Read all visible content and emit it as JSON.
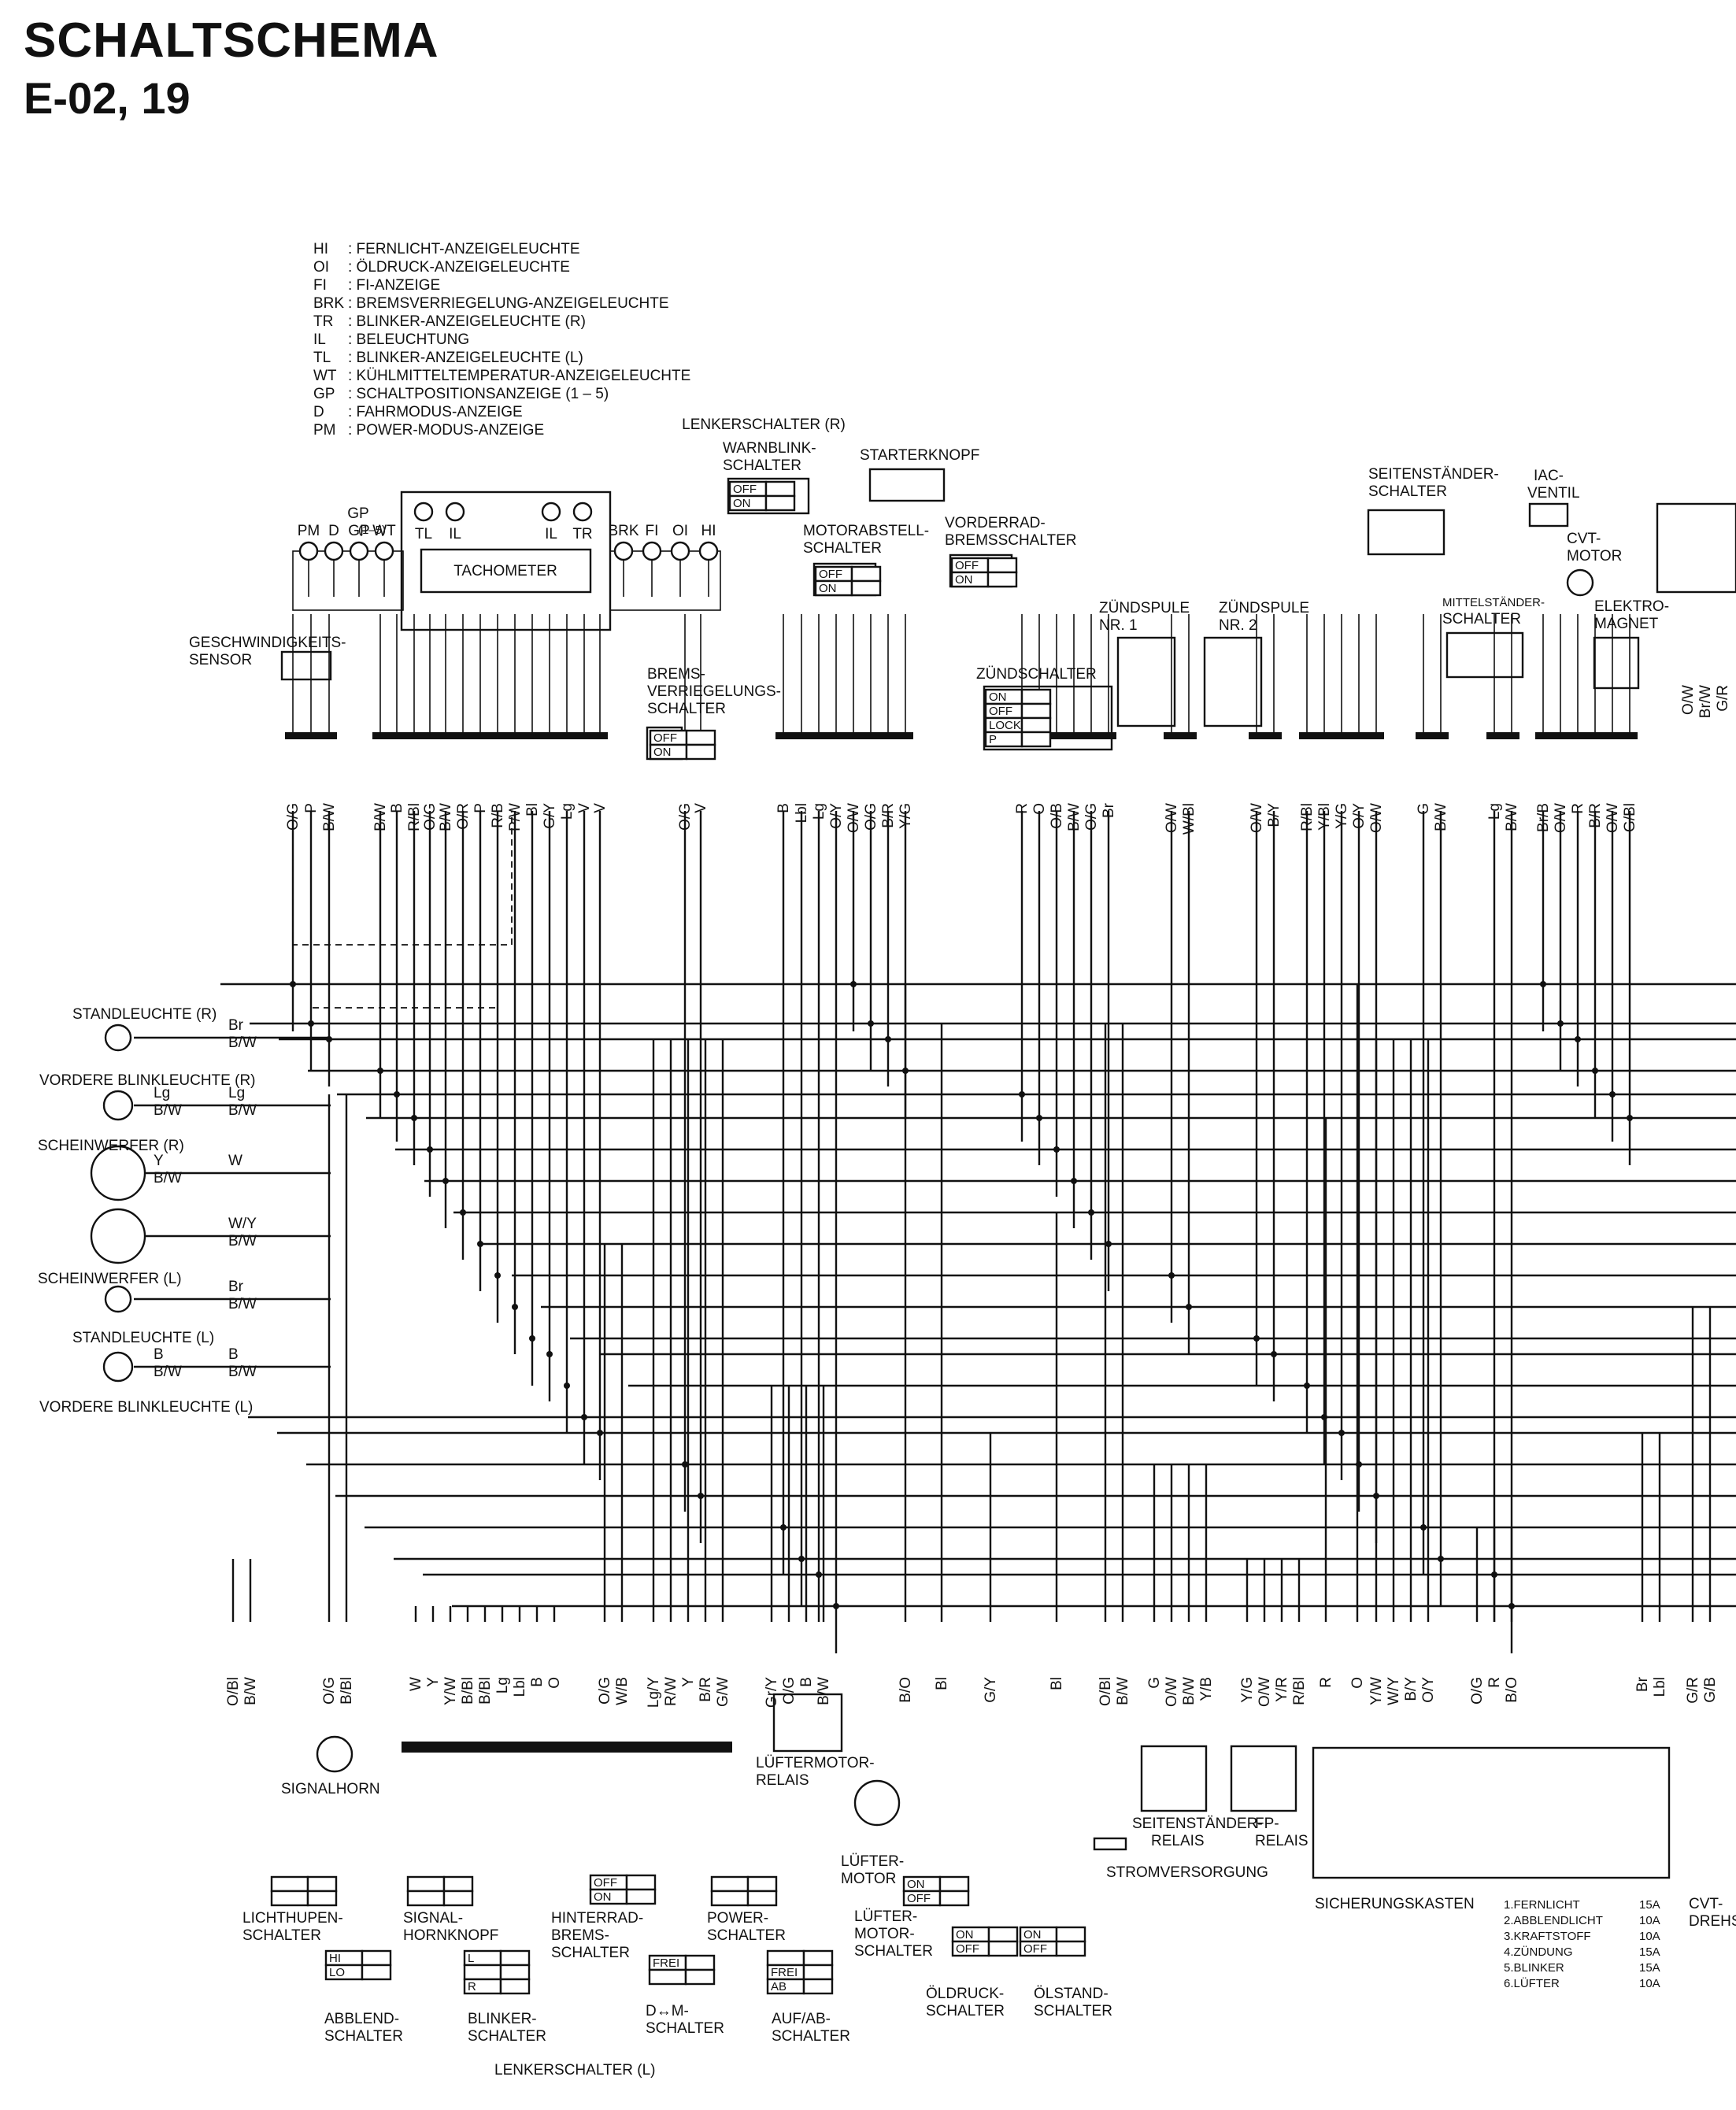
{
  "title": "SCHALTSCHEMA",
  "subtitle": "E-02, 19",
  "legend": [
    {
      "code": "HI",
      "text": ": FERNLICHT-ANZEIGELEUCHTE"
    },
    {
      "code": "OI",
      "text": ": ÖLDRUCK-ANZEIGELEUCHTE"
    },
    {
      "code": "FI",
      "text": ": FI-ANZEIGE"
    },
    {
      "code": "BRK",
      "text": ": BREMSVERRIEGELUNG-ANZEIGELEUCHTE"
    },
    {
      "code": "TR",
      "text": ": BLINKER-ANZEIGELEUCHTE (R)"
    },
    {
      "code": "IL",
      "text": ": BELEUCHTUNG"
    },
    {
      "code": "TL",
      "text": ": BLINKER-ANZEIGELEUCHTE (L)"
    },
    {
      "code": "WT",
      "text": ": KÜHLMITTELTEMPERATUR-ANZEIGELEUCHTE"
    },
    {
      "code": "GP",
      "text": ": SCHALTPOSITIONSANZEIGE (1 – 5)"
    },
    {
      "code": "D",
      "text": ": FAHRMODUS-ANZEIGE"
    },
    {
      "code": "PM",
      "text": ": POWER-MODUS-ANZEIGE"
    }
  ],
  "components": {
    "tachometer": "TACHOMETER",
    "lenker_r": "LENKERSCHALTER (R)",
    "warnblink": "WARNBLINK-",
    "warnblink2": "SCHALTER",
    "starterknopf": "STARTERKNOPF",
    "motorabstell": "MOTORABSTELL-",
    "motorabstell2": "SCHALTER",
    "vorderrad": "VORDERRAD-",
    "vorderrad2": "BREMSSCHALTER",
    "geschw": "GESCHWINDIGKEITS-",
    "geschw2": "SENSOR",
    "bremsverr": "BREMS-",
    "bremsverr2": "VERRIEGELUNGS-",
    "bremsverr3": "SCHALTER",
    "zuendschalter": "ZÜNDSCHALTER",
    "zuendspule1": "ZÜNDSPULE",
    "zuendspule1b": "NR. 1",
    "zuendspule2": "ZÜNDSPULE",
    "zuendspule2b": "NR. 2",
    "seitenst": "SEITENSTÄNDER-",
    "seitenst2": "SCHALTER",
    "iac": "IAC-",
    "iac2": "VENTIL",
    "cvt": "CVT-",
    "cvt2": "MOTOR",
    "mittelst": "MITTELSTÄNDER-",
    "mittelst2": "SCHALTER",
    "elektro": "ELEKTRO-",
    "elektro2": "MAGNET",
    "standl_r": "STANDLEUCHTE (R)",
    "blink_vr": "VORDERE BLINKLEUCHTE (R)",
    "schein_r": "SCHEINWERFER (R)",
    "schein_l": "SCHEINWERFER (L)",
    "standl_l": "STANDLEUCHTE (L)",
    "blink_vl": "VORDERE BLINKLEUCHTE (L)",
    "signalhorn": "SIGNALHORN",
    "lichthupe": "LICHTHUPEN-",
    "lichthupe2": "SCHALTER",
    "signalhk": "SIGNAL-",
    "signalhk2": "HORNKNOPF",
    "hinterrad": "HINTERRAD-",
    "hinterrad2": "BREMS-",
    "hinterrad3": "SCHALTER",
    "power": "POWER-",
    "power2": "SCHALTER",
    "abblend": "ABBLEND-",
    "abblend2": "SCHALTER",
    "blinker": "BLINKER-",
    "blinker2": "SCHALTER",
    "dm": "D↔M-",
    "dm2": "SCHALTER",
    "aufab": "AUF/AB-",
    "aufab2": "SCHALTER",
    "lenker_l": "LENKERSCHALTER (L)",
    "luefterrelais": "LÜFTERMOTOR-",
    "luefterrelais2": "RELAIS",
    "lueftermotor": "LÜFTER-",
    "lueftermotor2": "MOTOR",
    "lueftersch": "LÜFTER-",
    "lueftersch2": "MOTOR-",
    "lueftersch3": "SCHALTER",
    "oeldruck": "ÖLDRUCK-",
    "oeldruck2": "SCHALTER",
    "oelstand": "ÖLSTAND-",
    "oelstand2": "SCHALTER",
    "strom": "STROMVERSORGUNG",
    "seitenrelais": "SEITENSTÄNDER-",
    "seitenrelais2": "RELAIS",
    "fprelais": "FP-",
    "fprelais2": "RELAIS",
    "sicherung": "SICHERUNGSKASTEN",
    "cvtdreh": "CVT-",
    "cvtdreh2": "DREHS"
  },
  "fuses": [
    {
      "name": "1.FERNLICHT",
      "amp": "15A"
    },
    {
      "name": "2.ABBLENDLICHT",
      "amp": "10A"
    },
    {
      "name": "3.KRAFTSTOFF",
      "amp": "10A"
    },
    {
      "name": "4.ZÜNDUNG",
      "amp": "15A"
    },
    {
      "name": "5.BLINKER",
      "amp": "15A"
    },
    {
      "name": "6.LÜFTER",
      "amp": "10A"
    }
  ],
  "gauges_left": [
    "PM",
    "D",
    "GP",
    "WT"
  ],
  "gp_range": "(1–5)",
  "gauges_top": [
    "TL",
    "IL",
    "IL",
    "TR"
  ],
  "gauges_right": [
    "BRK",
    "FI",
    "OI",
    "HI"
  ],
  "switch_labels": [
    "OFF",
    "ON",
    "LOCK",
    "P",
    "HI",
    "LO",
    "L",
    "R",
    "FREI",
    "AB"
  ],
  "top_connectors": [
    {
      "labels": [
        "O/G",
        "P",
        "B/W"
      ]
    },
    {
      "labels": [
        "B/W",
        "B",
        "R/Bl",
        "O/G",
        "B/W",
        "O/R",
        "P",
        "R/B",
        "P/W",
        "Bl",
        "G/Y",
        "Lg",
        "V",
        "V"
      ]
    },
    {
      "labels": [
        "O/G",
        "V"
      ]
    },
    {
      "labels": [
        "B",
        "Lbl",
        "Lg",
        "O/Y",
        "O/W",
        "O/G",
        "B/R",
        "Y/G"
      ]
    },
    {
      "labels": [
        "R",
        "O",
        "O/B",
        "B/W",
        "O/G",
        "Br"
      ]
    },
    {
      "labels": [
        "O/W",
        "W/Bl"
      ]
    },
    {
      "labels": [
        "O/W",
        "B/Y"
      ]
    },
    {
      "labels": [
        "R/Bl",
        "Y/Bl",
        "Y/G",
        "O/Y",
        "O/W"
      ]
    },
    {
      "labels": [
        "G",
        "B/W"
      ]
    },
    {
      "labels": [
        "Lg",
        "B/W"
      ]
    },
    {
      "labels": [
        "Br/B",
        "O/W",
        "R",
        "B/R",
        "O/W",
        "G/Bl"
      ]
    }
  ],
  "bottom_connectors": [
    {
      "labels": [
        "O/Bl",
        "B/W"
      ]
    },
    {
      "labels": [
        "O/G",
        "B/Bl"
      ]
    },
    {
      "labels": [
        "W",
        "Y",
        "Y/W",
        "B/Bl",
        "B/Bl",
        "Lg",
        "Lbl",
        "B",
        "O"
      ]
    },
    {
      "labels": [
        "O/G",
        "W/B"
      ]
    },
    {
      "labels": [
        "Lg/Y",
        "R/W",
        "Y",
        "B/R",
        "G/W"
      ]
    },
    {
      "labels": [
        "Gr/Y",
        "O/G",
        "B",
        "B/W"
      ]
    },
    {
      "labels": [
        "B/O",
        "Bl"
      ]
    },
    {
      "labels": [
        "G/Y"
      ]
    },
    {
      "labels": [
        "Bl"
      ]
    },
    {
      "labels": [
        "O/Bl",
        "B/W"
      ]
    },
    {
      "labels": [
        "G",
        "O/W",
        "B/W",
        "Y/B"
      ]
    },
    {
      "labels": [
        "Y/G",
        "O/W",
        "Y/R",
        "R/Bl"
      ]
    },
    {
      "labels": [
        "R",
        "O",
        "Y/W",
        "W/Y",
        "B/Y",
        "O/Y",
        "O/G",
        "R",
        "B/O"
      ]
    },
    {
      "labels": [
        "Br",
        "Lbl"
      ]
    },
    {
      "labels": [
        "G/R",
        "G/B"
      ]
    }
  ],
  "lamp_wires": [
    {
      "labels": [
        "Br",
        "B/W"
      ]
    },
    {
      "labels": [
        "Lg",
        "B/W",
        "Lg",
        "B/W"
      ]
    },
    {
      "labels": [
        "Y",
        "B/W",
        "W"
      ]
    },
    {
      "labels": [
        "W/Y",
        "B/W"
      ]
    },
    {
      "labels": [
        "Br",
        "B/W"
      ]
    },
    {
      "labels": [
        "B",
        "B/W",
        "B",
        "B/W"
      ]
    }
  ],
  "right_edge_labels": [
    "O/W",
    "Br/W",
    "G/R"
  ]
}
